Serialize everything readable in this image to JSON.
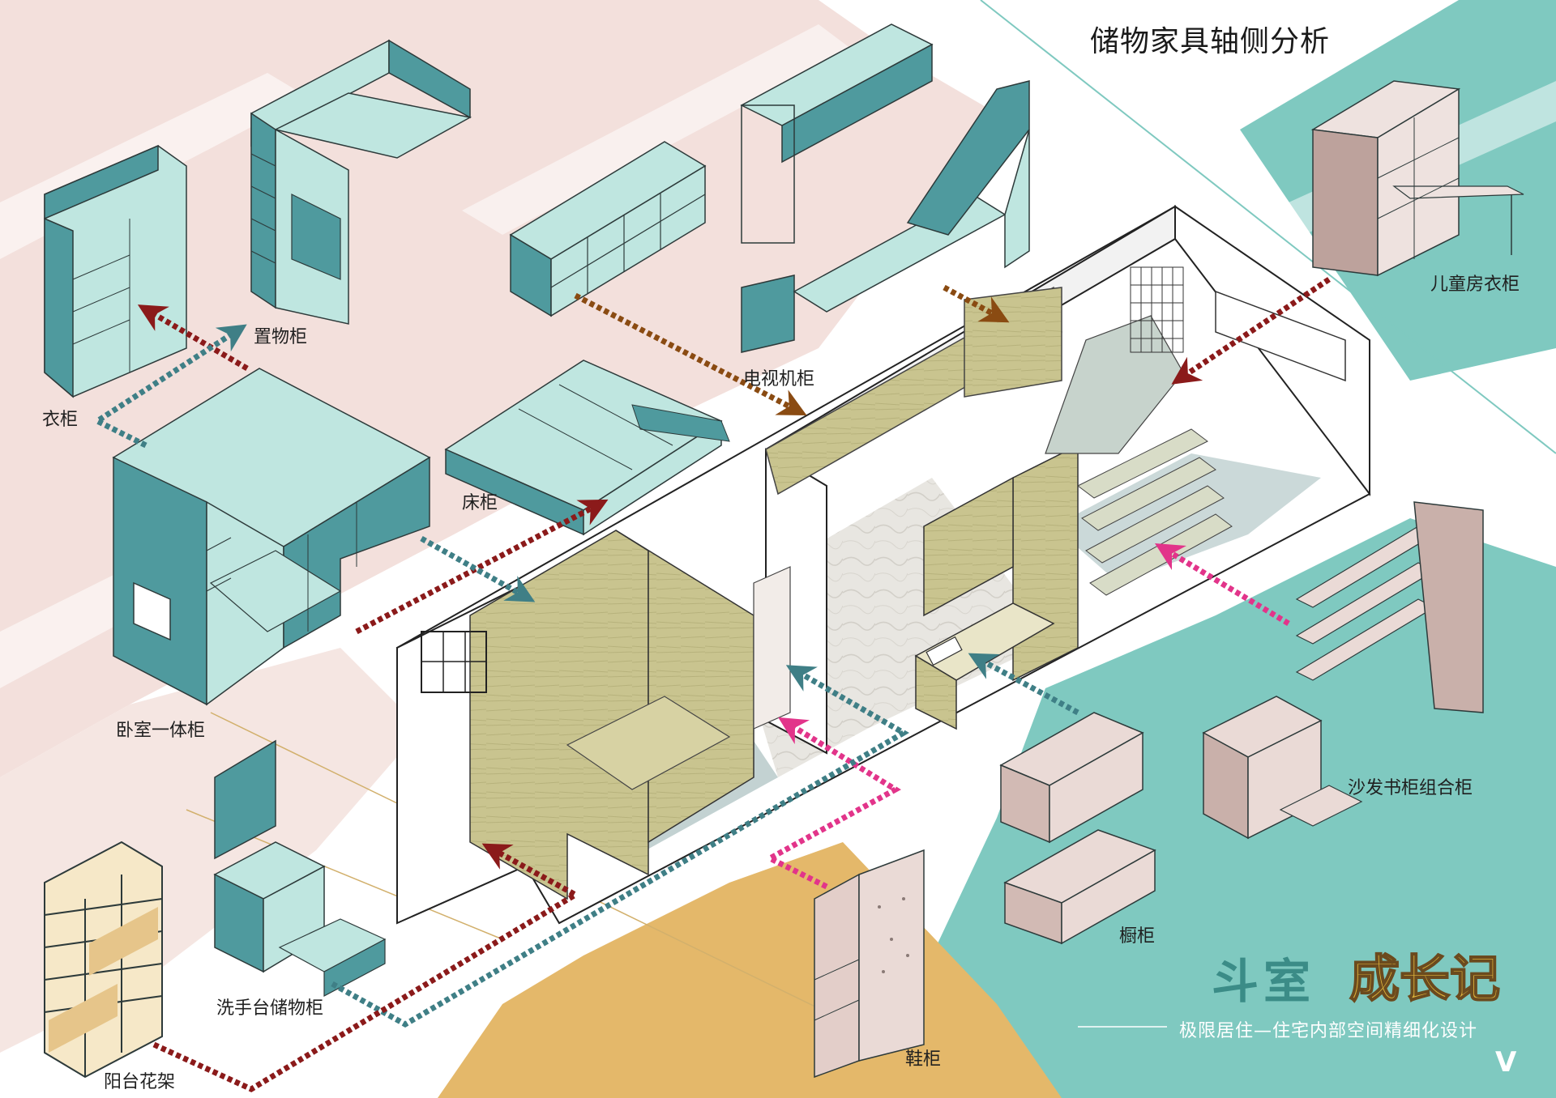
{
  "title": "储物家具轴侧分析",
  "subtitle": "极限居住—住宅内部空间精细化设计",
  "page_mark": "V",
  "brand": {
    "part1": "斗室",
    "part2": "成长记"
  },
  "labels": {
    "yigui": "衣柜",
    "zhiwugui": "置物柜",
    "chuanggui": "床柜",
    "dianshijigui": "电视机柜",
    "ertongfang": "儿童房衣柜",
    "woshi": "卧室一体柜",
    "xishoutai": "洗手台储物柜",
    "yangtai": "阳台花架",
    "xiegui": "鞋柜",
    "chugui": "橱柜",
    "shafa": "沙发书柜组合柜"
  },
  "colors": {
    "pink_zone": "#f3e0dc",
    "teal_zone": "#7fc9c0",
    "gold_zone": "#e4b86a",
    "teal_furniture": "#4f9a9e",
    "mint_furniture": "#bfe6e0",
    "wood_furniture": "#c9c48f",
    "pink_furniture": "#d9c0bb",
    "arrow_red": "#8b1a1a",
    "arrow_teal": "#3f7f86",
    "arrow_brown": "#8a4b12",
    "arrow_magenta": "#e2348a"
  }
}
